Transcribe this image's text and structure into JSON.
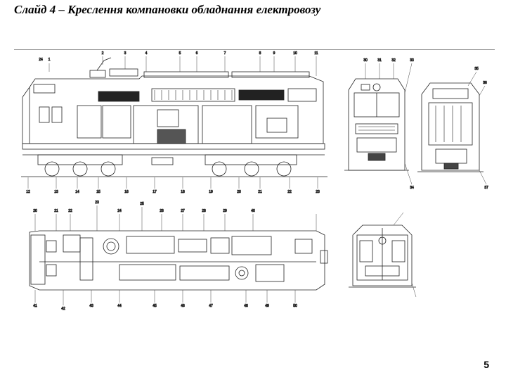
{
  "slide": {
    "title": "Слайд 4 – Креслення компановки обладнання електровозу",
    "page_number": "5"
  },
  "drawing": {
    "callouts_side_view": [
      "1",
      "2",
      "3",
      "4",
      "5",
      "6",
      "7",
      "8",
      "9",
      "10",
      "11",
      "12",
      "13",
      "14",
      "15",
      "16",
      "17",
      "18",
      "19",
      "20",
      "21",
      "22",
      "23",
      "24"
    ],
    "callouts_end_view": [
      "30",
      "31",
      "32",
      "33",
      "34",
      "35",
      "36",
      "37"
    ],
    "callouts_plan_view": [
      "20",
      "21",
      "22",
      "23",
      "24",
      "25",
      "26",
      "27",
      "28",
      "29",
      "40",
      "41",
      "42",
      "43",
      "44",
      "45",
      "46",
      "47",
      "48",
      "49",
      "50"
    ]
  }
}
